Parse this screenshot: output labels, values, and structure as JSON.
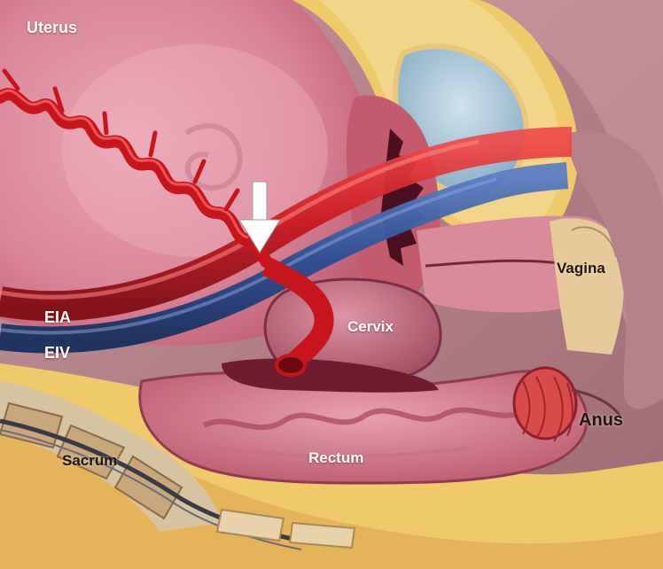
{
  "labels": {
    "uterus": "Uterus",
    "vagina": "Vagina",
    "cervix": "Cervix",
    "eia": "EIA",
    "eiv": "EIV",
    "anus": "Anus",
    "sacrum": "Sacrum",
    "rectum": "Rectum"
  },
  "annotations": {
    "arrow": "downward-pointing white arrow marking a point on the EIA"
  },
  "colors": {
    "artery": "#c8151c",
    "vein": "#2a4f93",
    "fat": "#efc96a",
    "tissue": "#d9899a",
    "background": "#b88891"
  }
}
